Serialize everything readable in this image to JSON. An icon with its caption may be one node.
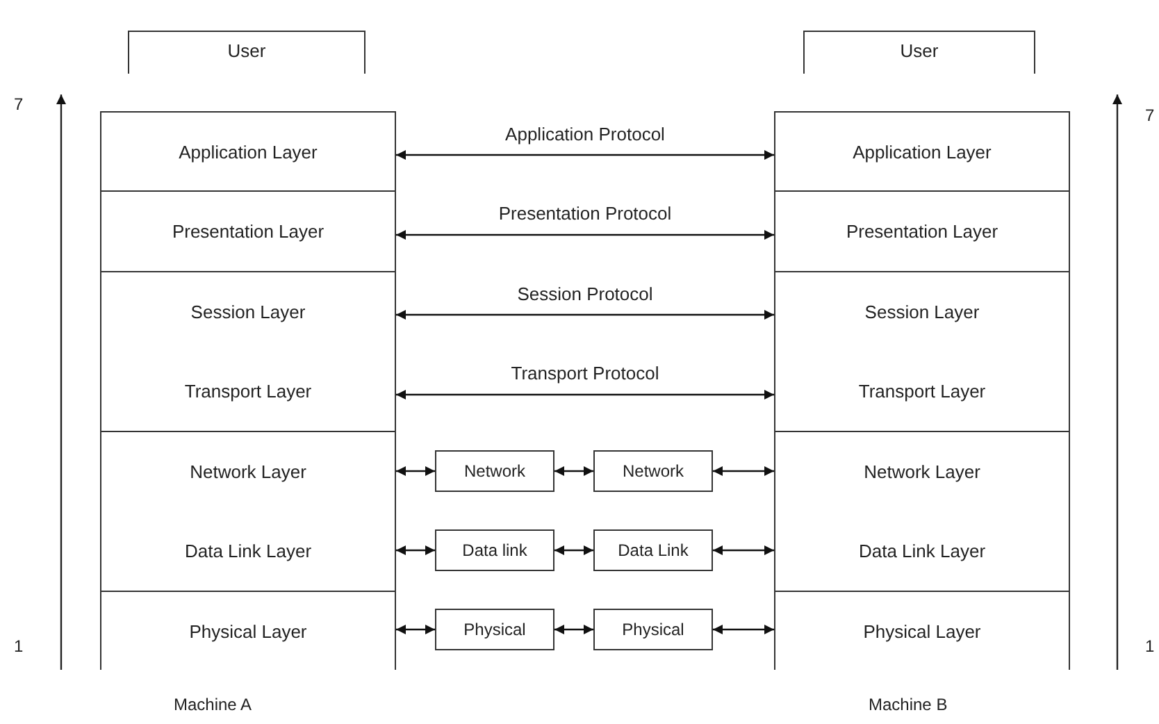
{
  "diagram": {
    "nodes": [
      {
        "text": [
          "User"
        ]
      },
      {
        "text": [
          "Application Layer"
        ]
      },
      {
        "text": [
          "Presentation Layer"
        ]
      },
      {
        "text": [
          "Session Layer"
        ]
      },
      {
        "text": [
          "Transport Layer"
        ]
      },
      {
        "text": [
          "Network Layer"
        ]
      },
      {
        "text": [
          "Data Link Layer"
        ]
      },
      {
        "text": [
          "Physical Layer"
        ]
      },
      {
        "text": [
          "User"
        ]
      },
      {
        "text": [
          "Application Layer"
        ]
      },
      {
        "text": [
          "Presentation Layer"
        ]
      },
      {
        "text": [
          "Session Layer"
        ]
      },
      {
        "text": [
          "Transport Layer"
        ]
      },
      {
        "text": [
          "Network Layer"
        ]
      },
      {
        "text": [
          "Data Link Layer"
        ]
      },
      {
        "text": [
          "Physical Layer"
        ]
      },
      {
        "text": [
          "Network"
        ]
      },
      {
        "text": [
          "Network"
        ]
      },
      {
        "text": [
          "Data link"
        ]
      },
      {
        "text": [
          "Data Link"
        ]
      },
      {
        "text": [
          "Physical"
        ]
      },
      {
        "text": [
          "Physical"
        ]
      }
    ],
    "edges": [
      {
        "from": 1,
        "to": 9,
        "arrow": "both",
        "label": "Application Protocol"
      },
      {
        "from": 2,
        "to": 10,
        "arrow": "both",
        "label": "Presentation Protocol"
      },
      {
        "from": 3,
        "to": 11,
        "arrow": "both",
        "label": "Session Protocol"
      },
      {
        "from": 4,
        "to": 12,
        "arrow": "both",
        "label": "Transport Protocol"
      },
      {
        "from": 5,
        "to": 16,
        "arrow": "both"
      },
      {
        "from": 16,
        "to": 17,
        "arrow": "both"
      },
      {
        "from": 17,
        "to": 13,
        "arrow": "both"
      },
      {
        "from": 6,
        "to": 18,
        "arrow": "both"
      },
      {
        "from": 18,
        "to": 19,
        "arrow": "both"
      },
      {
        "from": 19,
        "to": 14,
        "arrow": "both"
      },
      {
        "from": 7,
        "to": 20,
        "arrow": "both"
      },
      {
        "from": 20,
        "to": 21,
        "arrow": "both"
      },
      {
        "from": 21,
        "to": 15,
        "arrow": "both"
      }
    ],
    "labels": [
      "7",
      "7",
      "1",
      "1",
      "Machine A",
      "Machine B"
    ]
  }
}
